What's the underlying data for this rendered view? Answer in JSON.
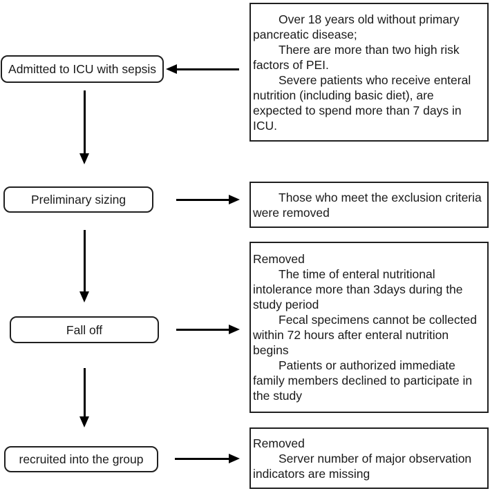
{
  "diagram": {
    "type": "flowchart",
    "colors": {
      "stroke": "#1f1f1f",
      "arrow": "#000000",
      "text": "#1a1a1a",
      "background": "#ffffff"
    },
    "flow_nodes": [
      {
        "id": "admitted",
        "label": "Admitted to ICU with sepsis"
      },
      {
        "id": "preliminary",
        "label": "Preliminary sizing"
      },
      {
        "id": "fall-off",
        "label": "Fall off"
      },
      {
        "id": "recruited",
        "label": "recruited into the group"
      }
    ],
    "notes": [
      {
        "paragraphs": [
          "Over 18 years old without primary pancreatic disease;",
          "There are more than two high risk factors of PEI.",
          "Severe patients who receive enteral nutrition (including basic diet), are expected to spend more than 7 days in ICU."
        ]
      },
      {
        "paragraphs": [
          "Those who meet the exclusion criteria were removed"
        ]
      },
      {
        "heading": "Removed",
        "paragraphs": [
          "The time of enteral nutritional intolerance more than 3days during the study period",
          "Fecal specimens cannot be collected within 72 hours after enteral nutrition begins",
          "Patients or authorized immediate family members declined to participate in the study"
        ]
      },
      {
        "heading": "Removed",
        "paragraphs": [
          "Server number of major observation indicators are missing"
        ]
      }
    ]
  }
}
